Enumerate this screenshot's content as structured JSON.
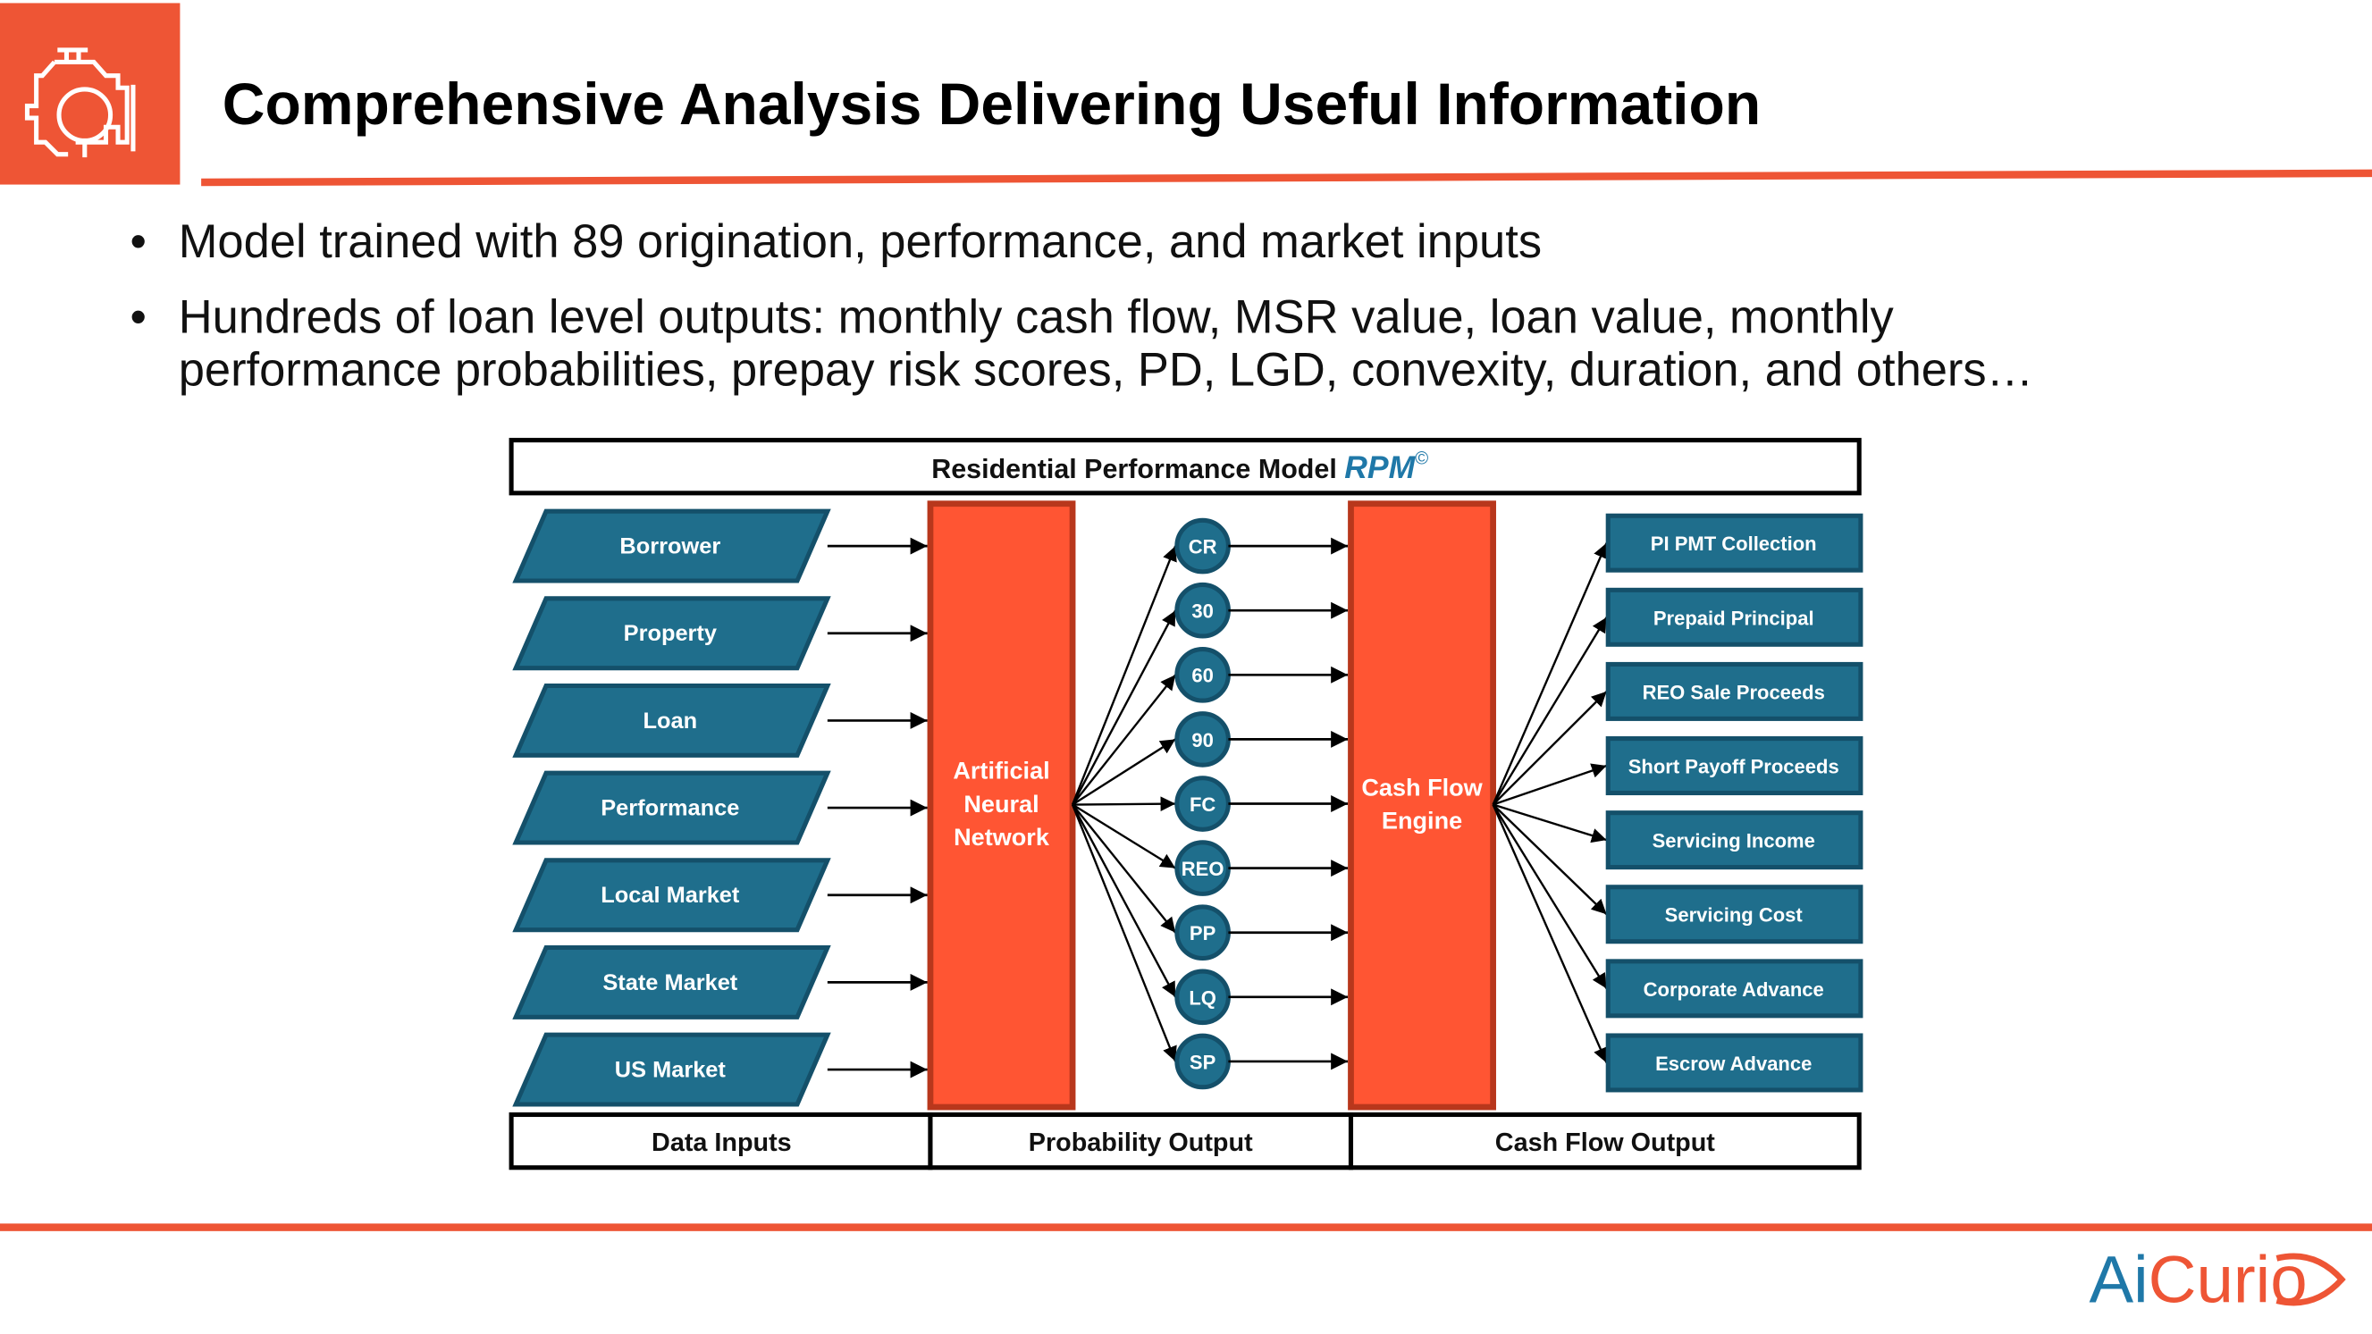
{
  "header": {
    "title": "Comprehensive Analysis Delivering Useful Information",
    "icon": "engine-icon"
  },
  "bullets": [
    {
      "lines": [
        "Model trained with 89 origination, performance, and market inputs"
      ]
    },
    {
      "lines": [
        "Hundreds of loan level outputs: monthly cash flow, MSR value, loan value, monthly",
        "performance probabilities, prepay risk scores, PD, LGD, convexity, duration, and others…"
      ]
    }
  ],
  "diagram": {
    "title_prefix": "Residential Performance Model ",
    "title_brand": "RPM",
    "title_mark": "©",
    "inputs": [
      "Borrower",
      "Property",
      "Loan",
      "Performance",
      "Local Market",
      "State Market",
      "US Market"
    ],
    "ann_lines": [
      "Artificial",
      "Neural",
      "Network"
    ],
    "states": [
      "CR",
      "30",
      "60",
      "90",
      "FC",
      "REO",
      "PP",
      "LQ",
      "SP"
    ],
    "engine_lines": [
      "Cash Flow",
      "Engine"
    ],
    "outputs": [
      "PI PMT Collection",
      "Prepaid Principal",
      "REO Sale Proceeds",
      "Short Payoff Proceeds",
      "Servicing Income",
      "Servicing Cost",
      "Corporate Advance",
      "Escrow Advance"
    ],
    "footer": [
      "Data Inputs",
      "Probability Output",
      "Cash Flow Output"
    ]
  },
  "logo": {
    "part1": "Ai",
    "part2": "Curio"
  },
  "colors": {
    "accent": "#EE5535",
    "teal": "#1F6E8C",
    "block": "#FF5533",
    "brand_blue": "#1F78A8"
  }
}
